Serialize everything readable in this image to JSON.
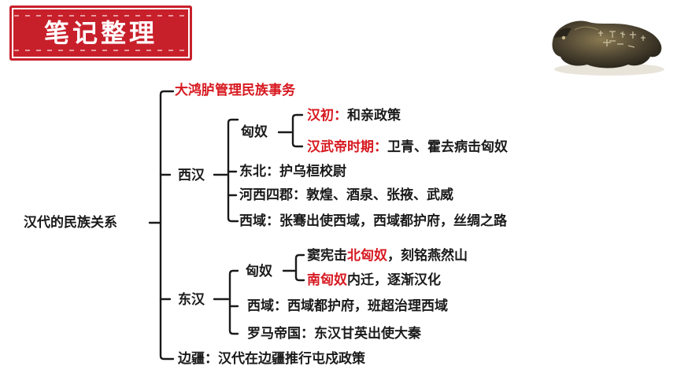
{
  "header": {
    "title": "笔记整理"
  },
  "root": "汉代的民族关系",
  "top_item": "大鸿胪管理民族事务",
  "western_han": {
    "label": "西汉",
    "xiongnu": {
      "label": "匈奴",
      "early": {
        "prefix": "汉初：",
        "text": "和亲政策"
      },
      "wudi": {
        "prefix": "汉武帝时期：",
        "text": "卫青、霍去病击匈奴"
      }
    },
    "items": [
      "东北：护乌桓校尉",
      "河西四郡：敦煌、酒泉、张掖、武威",
      "西域：张骞出使西域，西域都护府，丝绸之路"
    ]
  },
  "eastern_han": {
    "label": "东汉",
    "xiongnu": {
      "label": "匈奴",
      "north": {
        "pre": "窦宪击",
        "hl": "北匈奴",
        "post": "，刻铭燕然山"
      },
      "south": {
        "hl": "南匈奴",
        "post": "内迁，逐渐汉化"
      }
    },
    "items": [
      "西域：西域都护府，班超治理西域",
      "罗马帝国：东汉甘英出使大秦"
    ]
  },
  "bottom_item": "边疆：汉代在边疆推行屯戍政策",
  "colors": {
    "stamp": "#c8202b",
    "highlight": "#d71920",
    "line": "#1a1a1a"
  },
  "icons": {
    "artifact": "bronze-tiger-tally-icon"
  }
}
